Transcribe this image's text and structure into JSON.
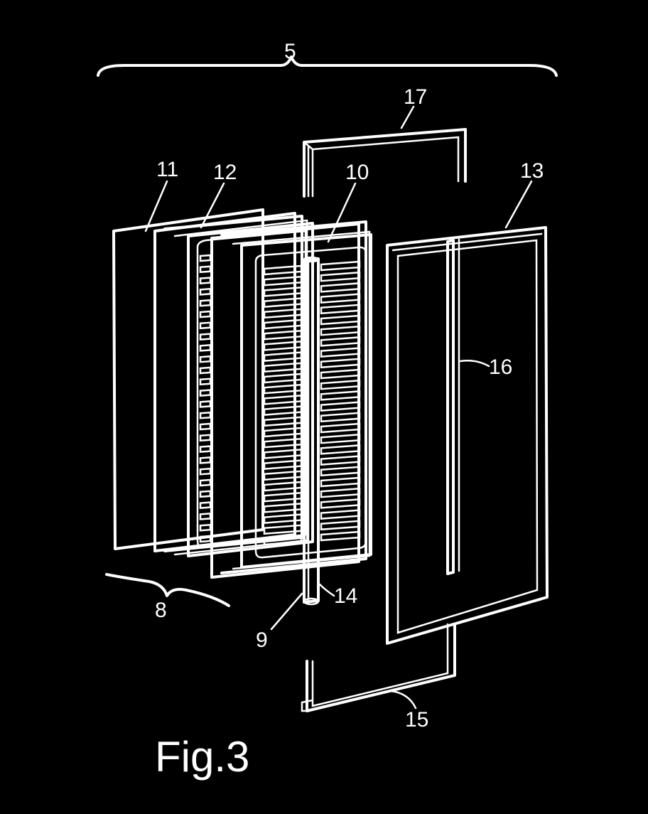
{
  "figure": {
    "caption": "Fig.3",
    "labels": {
      "l5": "5",
      "l17": "17",
      "l11": "11",
      "l12": "12",
      "l10": "10",
      "l13": "13",
      "l16": "16",
      "l14": "14",
      "l8": "8",
      "l9": "9",
      "l15": "15"
    },
    "colors": {
      "background": "#000000",
      "line": "#ffffff"
    }
  }
}
